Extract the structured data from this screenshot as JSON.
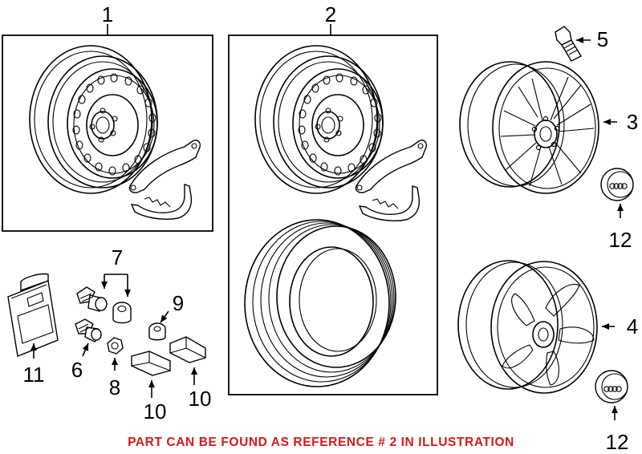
{
  "callouts": {
    "c1": "1",
    "c2": "2",
    "c3": "3",
    "c4": "4",
    "c5": "5",
    "c6": "6",
    "c7": "7",
    "c8": "8",
    "c9": "9",
    "c10a": "10",
    "c10b": "10",
    "c11": "11",
    "c12a": "12",
    "c12b": "12"
  },
  "footer_note": "PART CAN BE FOUND AS REFERENCE # 2 IN ILLUSTRATION",
  "colors": {
    "note": "#d21a1a",
    "line": "#000000",
    "background": "#ffffff"
  }
}
